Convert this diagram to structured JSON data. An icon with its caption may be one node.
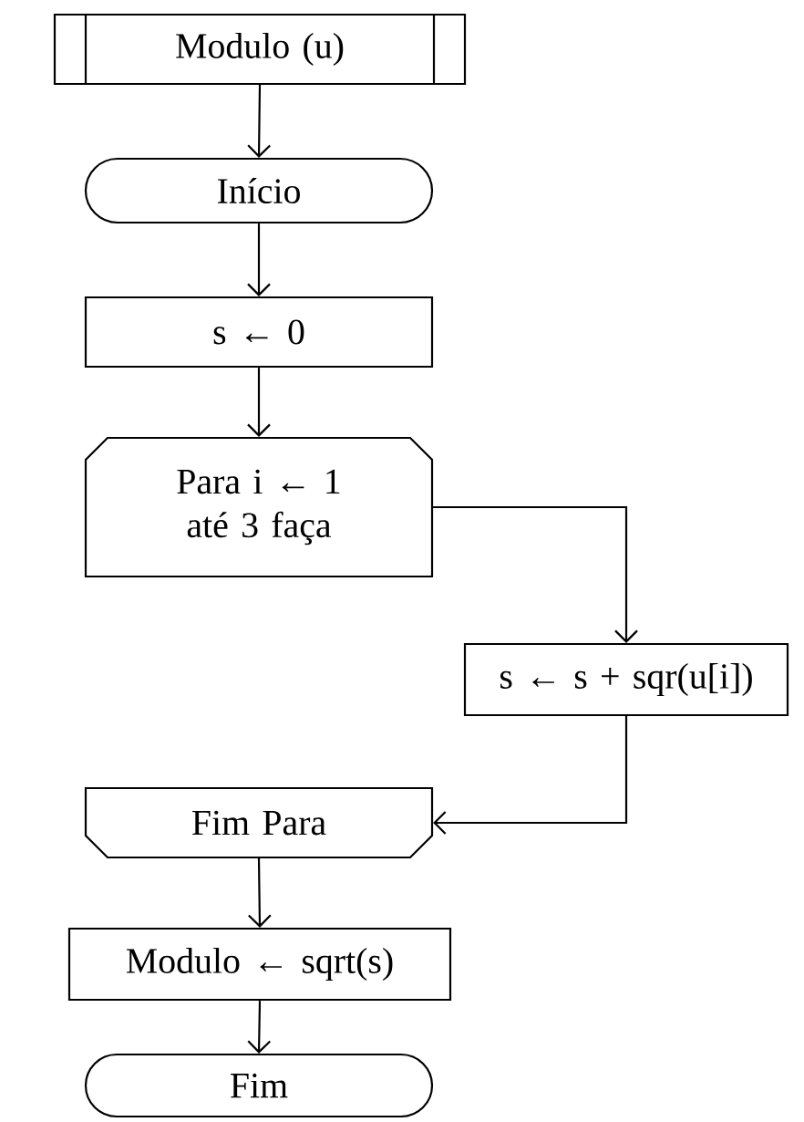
{
  "diagram": {
    "nodes": [
      {
        "text": [
          "Modulo (u)"
        ]
      },
      {
        "text": [
          "Início"
        ]
      },
      {
        "text": [
          "s ← 0"
        ]
      },
      {
        "text": [
          "Para i ← 1 até 3 faça"
        ]
      },
      {
        "text": [
          "s ← s + sqr(u[i])"
        ]
      },
      {
        "text": [
          "Fim Para"
        ]
      },
      {
        "text": [
          "Modulo ← sqrt(s)"
        ]
      },
      {
        "text": [
          "Fim"
        ]
      }
    ],
    "edges": [
      {
        "from": 0,
        "to": 1,
        "arrow": "to"
      },
      {
        "from": 1,
        "to": 2,
        "arrow": "to"
      },
      {
        "from": 2,
        "to": 3,
        "arrow": "to"
      },
      {
        "from": 3,
        "to": 4,
        "arrow": "to"
      },
      {
        "from": 4,
        "to": 5,
        "arrow": "to"
      },
      {
        "from": 5,
        "to": 6,
        "arrow": "to"
      },
      {
        "from": 6,
        "to": 7,
        "arrow": "to"
      }
    ]
  }
}
